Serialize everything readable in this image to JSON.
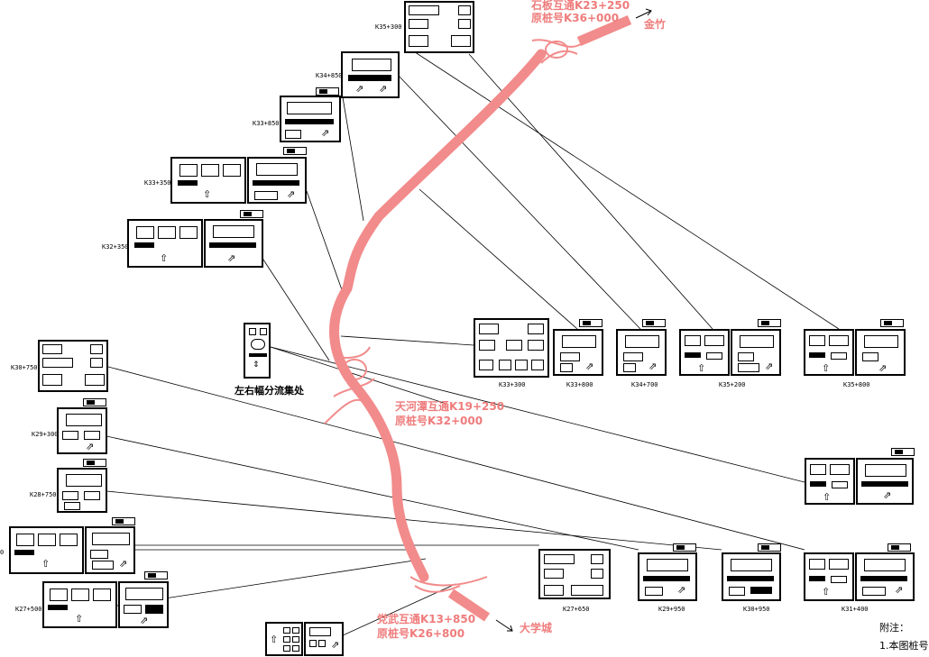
{
  "colors": {
    "route": "#f28b8b",
    "label": "#ef7c7c",
    "line": "#000000"
  },
  "interchanges": {
    "north": {
      "line1": "石板互通K23+250",
      "line2": "原桩号K36+000"
    },
    "middle": {
      "line1": "天河潭互通K19+250",
      "line2": "原桩号K32+000"
    },
    "south": {
      "line1": "党武互通K13+850",
      "line2": "原桩号K26+800"
    }
  },
  "destinations": {
    "north": "金竹",
    "south": "大学城"
  },
  "split_point": "左右幅分流集处",
  "stakes": {
    "k35_300": "K35+300",
    "k34_850": "K34+850",
    "k33_850": "K33+850",
    "k33_350": "K33+350",
    "k32_350": "K32+350",
    "k30_750": "K30+750",
    "k29_300": "K29+300",
    "k28_750": "K28+750",
    "k28_200": "0",
    "k27_500": "K27+500",
    "r_k33_300": "K33+300",
    "r_k33_800": "K33+800",
    "r_k34_700": "K34+700",
    "r_k35_200": "K35+200",
    "r_k35_800": "K35+800",
    "r_k27_650": "K27+650",
    "r_k29_950": "K29+950",
    "r_k30_950": "K30+950",
    "r_k31_400": "K31+400"
  },
  "note": {
    "title": "附注：",
    "item1": "1.本图桩号"
  }
}
